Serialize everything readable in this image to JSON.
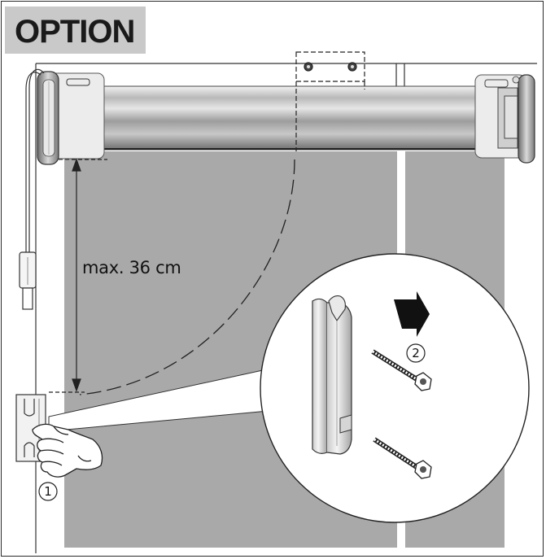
{
  "header": {
    "option_label": "OPTION"
  },
  "annotations": {
    "max_distance": "max. 36 cm",
    "step_1": "1",
    "step_2": "2"
  },
  "colors": {
    "fabric": "#a9a9a9",
    "badge": "#c9c9c9",
    "line": "#222222"
  },
  "icons": [
    "hand-icon",
    "direction-arrow-icon",
    "screw-icon",
    "cable-plug-icon"
  ]
}
